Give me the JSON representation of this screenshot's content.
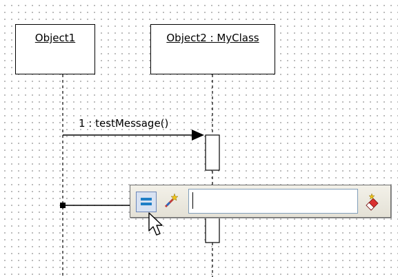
{
  "diagram": {
    "lifelines": [
      {
        "title": "Object1"
      },
      {
        "title": "Object2 : MyClass"
      }
    ],
    "message": {
      "label": "1 : testMessage()"
    }
  },
  "popup_toolbar": {
    "buttons": [
      {
        "icon": "message-lines-icon",
        "state": "active"
      },
      {
        "icon": "magic-wand-icon"
      }
    ],
    "text_input": {
      "value": "",
      "placeholder": ""
    },
    "end_button": {
      "icon": "clear-eraser-icon"
    }
  },
  "colors": {
    "accent_blue": "#1f7fc6",
    "toolbar_bg": "#ece9d8",
    "input_border": "#7f9db9"
  }
}
